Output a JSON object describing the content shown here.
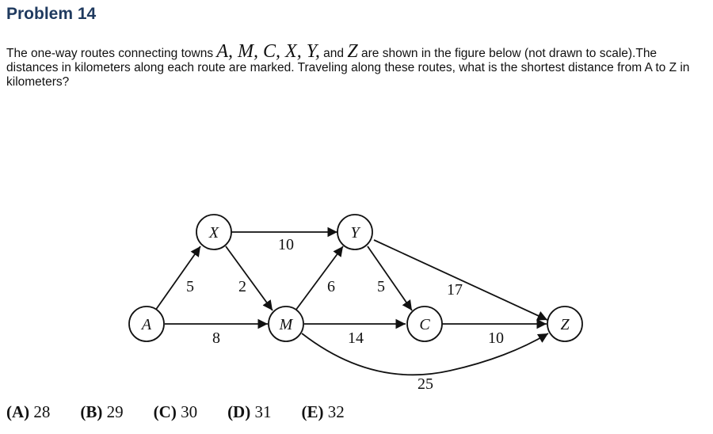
{
  "title": "Problem 14",
  "problem": {
    "p1": "The one-way routes connecting towns ",
    "t1": "A, M, C, X, Y,",
    "p2": " and ",
    "t2": "Z",
    "p3": " are shown in the figure below (not drawn to scale).The distances in kilometers along each route are marked. Traveling along these routes, what is the shortest distance from A to Z in kilometers?"
  },
  "nodes": {
    "A": "A",
    "X": "X",
    "M": "M",
    "Y": "Y",
    "C": "C",
    "Z": "Z"
  },
  "edges": {
    "AX": "5",
    "XM": "2",
    "AM": "8",
    "XY": "10",
    "MY": "6",
    "YC": "5",
    "YZ": "17",
    "MC": "14",
    "CZ": "10",
    "MZ": "25"
  },
  "choices": [
    {
      "letter": "(A)",
      "value": "28"
    },
    {
      "letter": "(B)",
      "value": "29"
    },
    {
      "letter": "(C)",
      "value": "30"
    },
    {
      "letter": "(D)",
      "value": "31"
    },
    {
      "letter": "(E)",
      "value": "32"
    }
  ]
}
